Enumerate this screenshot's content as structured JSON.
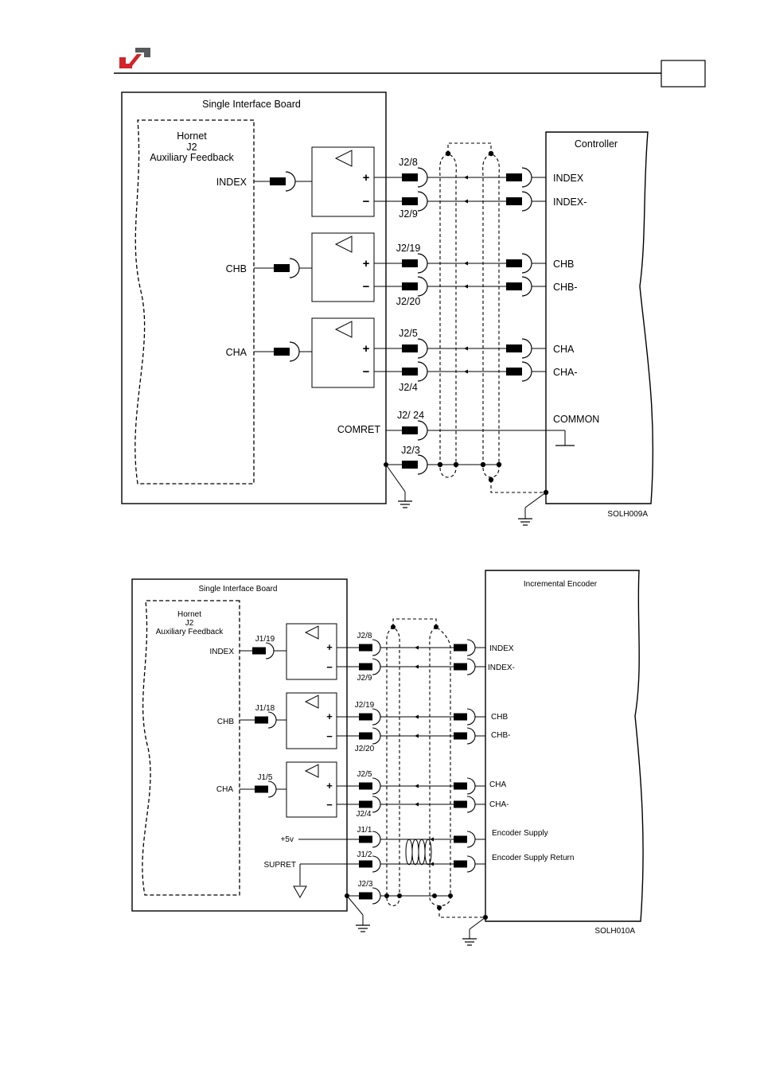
{
  "header": {
    "page_box_text": ""
  },
  "diagram1": {
    "board_title": "Single Interface Board",
    "hornet_label": [
      "Hornet",
      "J2",
      "Auxiliary Feedback"
    ],
    "controller_title": "Controller",
    "channels": [
      {
        "board_signal": "INDEX",
        "pin_plus": "J2/8",
        "pin_minus": "J2/9",
        "ctrl_plus": "INDEX",
        "ctrl_minus": "INDEX-"
      },
      {
        "board_signal": "CHB",
        "pin_plus": "J2/19",
        "pin_minus": "J2/20",
        "ctrl_plus": "CHB",
        "ctrl_minus": "CHB-"
      },
      {
        "board_signal": "CHA",
        "pin_plus": "J2/5",
        "pin_minus": "J2/4",
        "ctrl_plus": "CHA",
        "ctrl_minus": "CHA-"
      }
    ],
    "comret_label": "COMRET",
    "comret_pin": "J2/ 24",
    "common_label": "COMMON",
    "shield_pin": "J2/3",
    "figure_code": "SOLH009A"
  },
  "diagram2": {
    "board_title": "Single Interface Board",
    "hornet_label": [
      "Hornet",
      "J2",
      "Auxiliary Feedback"
    ],
    "encoder_title": "Incremental Encoder",
    "channels": [
      {
        "board_signal": "INDEX",
        "board_pin": "J1/19",
        "pin_plus": "J2/8",
        "pin_minus": "J2/9",
        "enc_plus": "INDEX",
        "enc_minus": "INDEX-"
      },
      {
        "board_signal": "CHB",
        "board_pin": "J1/18",
        "pin_plus": "J2/19",
        "pin_minus": "J2/20",
        "enc_plus": "CHB",
        "enc_minus": "CHB-"
      },
      {
        "board_signal": "CHA",
        "board_pin": "J1/5",
        "pin_plus": "J2/5",
        "pin_minus": "J2/4",
        "enc_plus": "CHA",
        "enc_minus": "CHA-"
      }
    ],
    "supply_label": "+5v",
    "supply_pin": "J1/1",
    "supply_return_label": "SUPRET",
    "supply_return_pin": "J1/2",
    "encoder_supply": "Encoder Supply",
    "encoder_supply_return": "Encoder Supply Return",
    "shield_pin": "J2/3",
    "figure_code": "SOLH010A"
  }
}
